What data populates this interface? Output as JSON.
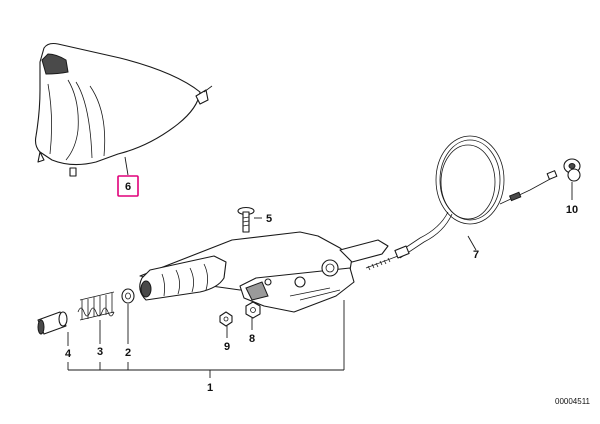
{
  "callouts": {
    "c1": "1",
    "c2": "2",
    "c3": "3",
    "c4": "4",
    "c5": "5",
    "c6": "6",
    "c7": "7",
    "c8": "8",
    "c9": "9",
    "c10": "10"
  },
  "highlight_color": "#e0007a",
  "document_number": "00004511"
}
